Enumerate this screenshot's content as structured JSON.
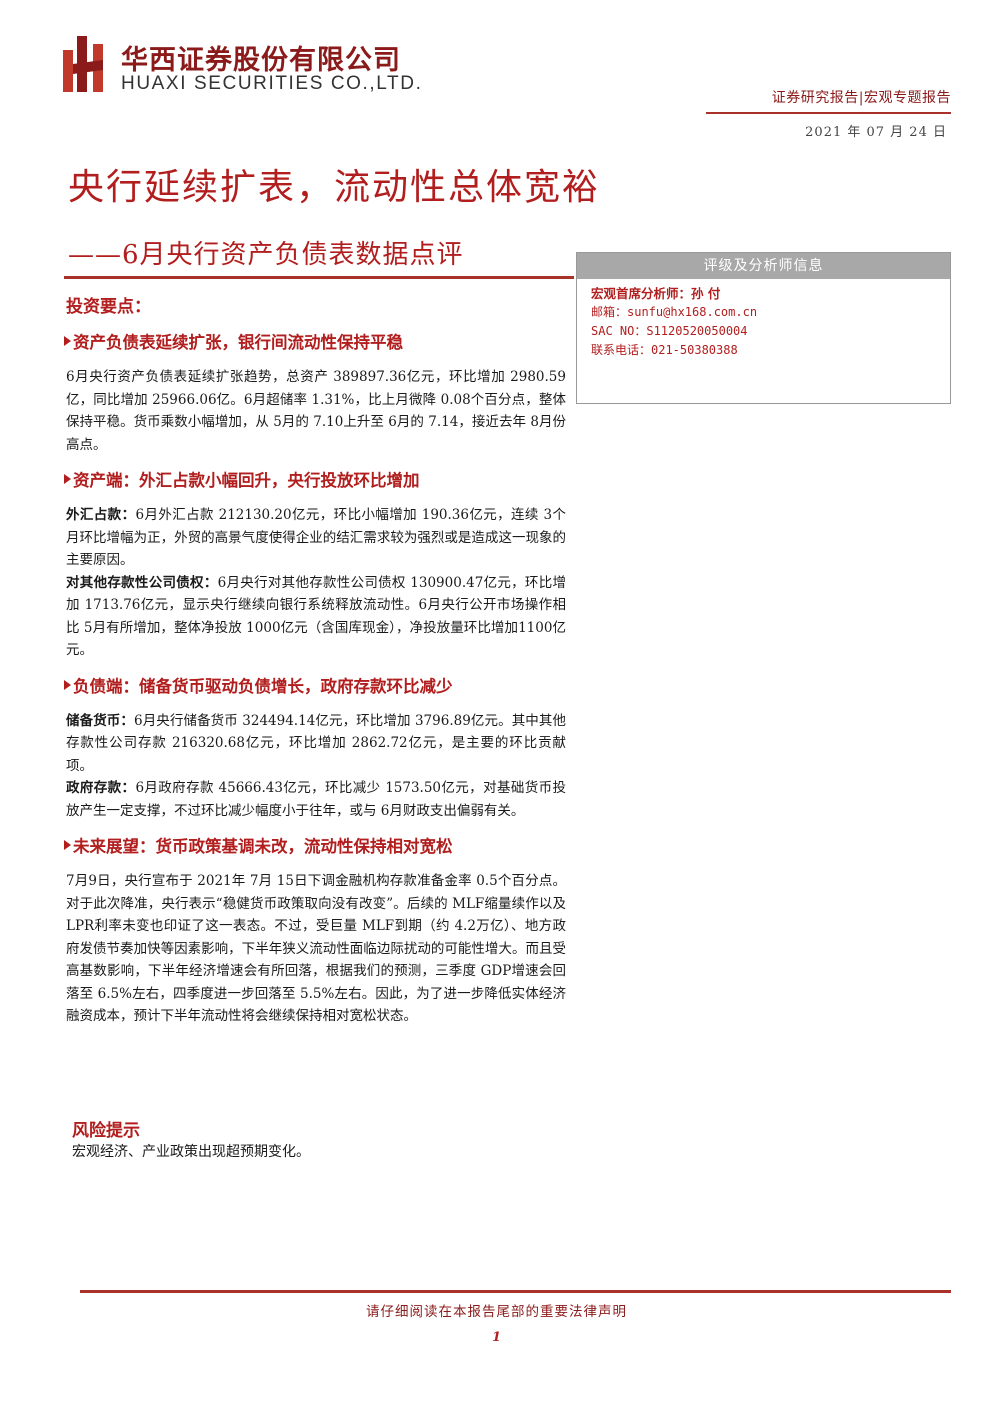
{
  "header": {
    "company_cn": "华西证券股份有限公司",
    "company_en": "HUAXI SECURITIES CO.,LTD.",
    "report_type": "证券研究报告|宏观专题报告",
    "date": "2021 年 07 月 24 日",
    "brand_color": "#b21e1e"
  },
  "title": {
    "main": "央行延续扩表，流动性总体宽裕",
    "sub": "——6月央行资产负债表数据点评"
  },
  "info_box": {
    "heading": "评级及分析师信息",
    "analyst": "宏观首席分析师：孙 付",
    "email": "邮箱：sunfu@hx168.com.cn",
    "sac": "SAC NO：S1120520050004",
    "phone": "联系电话：021-50380388"
  },
  "content": {
    "key_points": "投资要点：",
    "sections": [
      {
        "heading": "资产负债表延续扩张，银行间流动性保持平稳",
        "paragraphs": [
          {
            "lead": "",
            "text": "6月央行资产负债表延续扩张趋势，总资产 389897.36亿元，环比增加 2980.59亿，同比增加 25966.06亿。6月超储率 1.31%，比上月微降 0.08个百分点，整体保持平稳。货币乘数小幅增加，从 5月的 7.10上升至 6月的 7.14，接近去年 8月份高点。"
          }
        ]
      },
      {
        "heading": "资产端：外汇占款小幅回升，央行投放环比增加",
        "paragraphs": [
          {
            "lead": "外汇占款：",
            "text": "6月外汇占款 212130.20亿元，环比小幅增加 190.36亿元，连续 3个月环比增幅为正，外贸的高景气度使得企业的结汇需求较为强烈或是造成这一现象的主要原因。"
          },
          {
            "lead": "对其他存款性公司债权：",
            "text": "6月央行对其他存款性公司债权 130900.47亿元，环比增加 1713.76亿元，显示央行继续向银行系统释放流动性。6月央行公开市场操作相比 5月有所增加，整体净投放 1000亿元（含国库现金），净投放量环比增加1100亿元。"
          }
        ]
      },
      {
        "heading": "负债端：储备货币驱动负债增长，政府存款环比减少",
        "paragraphs": [
          {
            "lead": "储备货币：",
            "text": "6月央行储备货币 324494.14亿元，环比增加 3796.89亿元。其中其他存款性公司存款 216320.68亿元，环比增加 2862.72亿元，是主要的环比贡献项。"
          },
          {
            "lead": "政府存款：",
            "text": "6月政府存款 45666.43亿元，环比减少 1573.50亿元，对基础货币投放产生一定支撑，不过环比减少幅度小于往年，或与 6月财政支出偏弱有关。"
          }
        ]
      },
      {
        "heading": "未来展望：货币政策基调未改，流动性保持相对宽松",
        "paragraphs": [
          {
            "lead": "",
            "text": "7月9日，央行宣布于 2021年 7月 15日下调金融机构存款准备金率 0.5个百分点。对于此次降准，央行表示“稳健货币政策取向没有改变”。后续的 MLF缩量续作以及 LPR利率未变也印证了这一表态。不过，受巨量 MLF到期（约 4.2万亿）、地方政府发债节奏加快等因素影响，下半年狭义流动性面临边际扰动的可能性增大。而且受高基数影响，下半年经济增速会有所回落，根据我们的预测，三季度 GDP增速会回落至 6.5%左右，四季度进一步回落至 5.5%左右。因此，为了进一步降低实体经济融资成本，预计下半年流动性将会继续保持相对宽松状态。"
          }
        ]
      }
    ]
  },
  "risk": {
    "heading": "风险提示",
    "text": "宏观经济、产业政策出现超预期变化。"
  },
  "footer": {
    "disclaimer": "请仔细阅读在本报告尾部的重要法律声明",
    "page": "1"
  }
}
